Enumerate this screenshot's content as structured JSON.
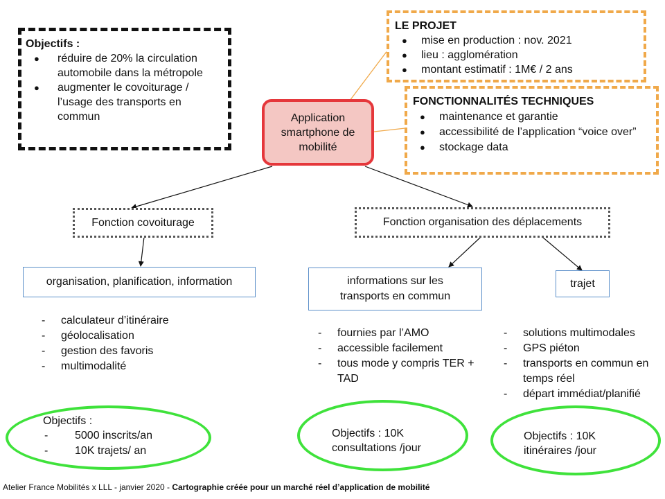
{
  "objectifs_box": {
    "title": "Objectifs :",
    "items": [
      "réduire de 20% la circulation automobile dans la métropole",
      "augmenter le covoiturage / l’usage des transports en commun"
    ]
  },
  "projet_box": {
    "title": "LE PROJET",
    "items": [
      "mise en production : nov. 2021",
      "lieu : agglomération",
      "montant estimatif : 1M€ / 2 ans"
    ]
  },
  "fonctionnalites_box": {
    "title": "FONCTIONNALITÉS TECHNIQUES",
    "items": [
      "maintenance et garantie",
      "accessibilité de l’application “voice over”",
      "stockage data"
    ]
  },
  "center_node": {
    "line1": "Application",
    "line2": "smartphone de",
    "line3": "mobilité"
  },
  "fonction_covoiturage": {
    "label": "Fonction covoiturage",
    "sub_label": "organisation, planification, information",
    "features": [
      "calculateur d’itinéraire",
      "géolocalisation",
      "gestion des favoris",
      "multimodalité"
    ],
    "goal": {
      "title": "Objectifs :",
      "items": [
        "5000 inscrits/an",
        "10K trajets/ an"
      ]
    }
  },
  "fonction_deplacements": {
    "label": "Fonction organisation des déplacements",
    "transports": {
      "line1": "informations sur les",
      "line2": "transports en commun",
      "features": [
        "fournies par l’AMO",
        "accessible facilement",
        "tous mode y compris TER + TAD"
      ],
      "goal_line1": "Objectifs : 10K",
      "goal_line2": "consultations /jour"
    },
    "trajet": {
      "label": "trajet",
      "features": [
        "solutions multimodales",
        "GPS piéton",
        "transports en commun en temps réel",
        "départ immédiat/planifié"
      ],
      "goal_line1": "Objectifs : 10K",
      "goal_line2": "itinéraires /jour"
    }
  },
  "footer": {
    "prefix": "Atelier France Mobilités x LLL - janvier 2020 - ",
    "bold": "Cartographie créée pour un marché réel d’application de mobilité"
  },
  "colors": {
    "center_fill": "#f4c7c3",
    "center_border": "#e5373b",
    "orange_dashed": "#f0a94a",
    "goal_green": "#3fe23b",
    "sub_border": "#5b8fc9"
  }
}
